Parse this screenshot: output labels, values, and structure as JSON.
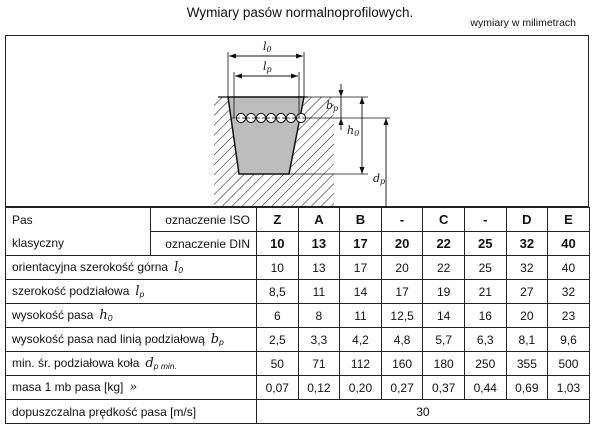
{
  "title": "Wymiary pasów normalnoprofilowych.",
  "units_note": "wymiary w milimetrach",
  "figure": {
    "labels": {
      "l0": "l",
      "l0_sub": "0",
      "lp": "l",
      "lp_sub": "p",
      "bp": "b",
      "bp_sub": "p",
      "h0": "h",
      "h0_sub": "0",
      "dp": "d",
      "dp_sub": "p"
    }
  },
  "table": {
    "group_label": "Pas\nklasyczny",
    "group_label_line1": "Pas",
    "group_label_line2": "klasyczny",
    "iso_label": "oznaczenie ISO",
    "din_label": "oznaczenie DIN",
    "iso_codes": [
      "Z",
      "A",
      "B",
      "-",
      "C",
      "-",
      "D",
      "E"
    ],
    "din_codes": [
      "10",
      "13",
      "17",
      "20",
      "22",
      "25",
      "32",
      "40"
    ],
    "rows": [
      {
        "label": "orientacyjna szerokość górna",
        "symbol": "l",
        "sub": "0",
        "values": [
          "10",
          "13",
          "17",
          "20",
          "22",
          "25",
          "32",
          "40"
        ]
      },
      {
        "label": "szerokość podziałowa",
        "symbol": "l",
        "sub": "p",
        "values": [
          "8,5",
          "11",
          "14",
          "17",
          "19",
          "21",
          "27",
          "32"
        ]
      },
      {
        "label": "wysokość pasa",
        "symbol": "h",
        "sub": "0",
        "values": [
          "6",
          "8",
          "11",
          "12,5",
          "14",
          "16",
          "20",
          "23"
        ]
      },
      {
        "label": "wysokość pasa nad linią podziałową",
        "symbol": "b",
        "sub": "p",
        "values": [
          "2,5",
          "3,3",
          "4,2",
          "4,8",
          "5,7",
          "6,3",
          "8,1",
          "9,6"
        ]
      },
      {
        "label": "min. śr. podziałowa koła",
        "symbol": "d",
        "sub": "p min.",
        "values": [
          "50",
          "71",
          "112",
          "160",
          "180",
          "250",
          "355",
          "500"
        ]
      },
      {
        "label": "masa 1 mb pasa [kg]",
        "symbol": "»",
        "sub": "",
        "values": [
          "0,07",
          "0,12",
          "0,20",
          "0,27",
          "0,37",
          "0,44",
          "0,69",
          "1,03"
        ]
      }
    ],
    "speed_row": {
      "label": "dopuszczalna prędkość pasa [m/s]",
      "value": "30"
    }
  }
}
